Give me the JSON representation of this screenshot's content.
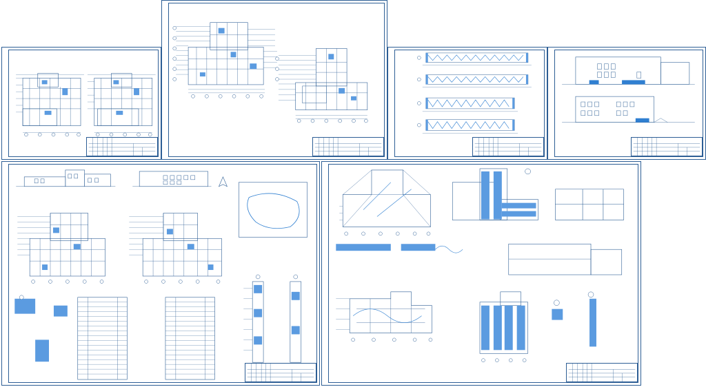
{
  "colors": {
    "line": "#2d5e95",
    "accent": "#2f7fd1",
    "fill": "#5b9be0",
    "paper": "#ffffff"
  },
  "sheets": [
    {
      "id": "sheet-1",
      "kind": "floor-plans-2up",
      "title_block_code": ""
    },
    {
      "id": "sheet-2",
      "kind": "floor-plans-2up-large",
      "title_block_code": ""
    },
    {
      "id": "sheet-3",
      "kind": "wall-sections",
      "title_block_code": ""
    },
    {
      "id": "sheet-4",
      "kind": "facades",
      "title_block_code": ""
    },
    {
      "id": "sheet-5",
      "kind": "general-plans-schedules",
      "title_block_code": ""
    },
    {
      "id": "sheet-6",
      "kind": "structural-details",
      "title_block_code": ""
    }
  ]
}
